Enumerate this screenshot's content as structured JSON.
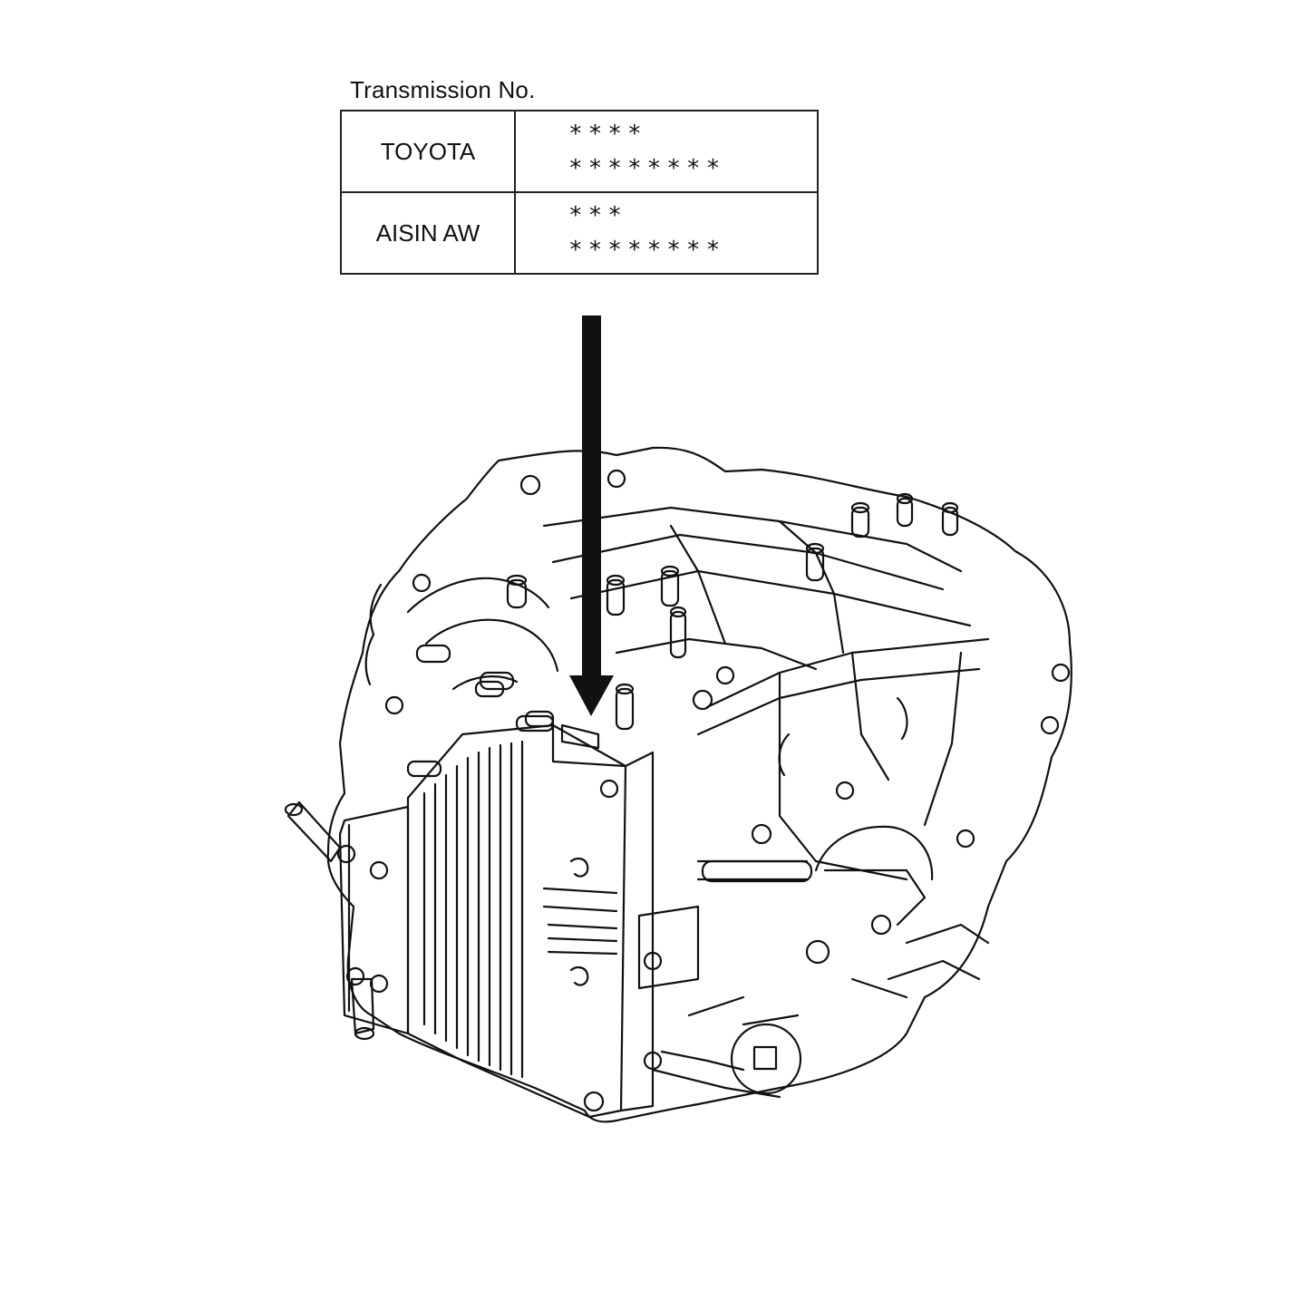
{
  "heading": "Transmission No.",
  "table": {
    "rows": [
      {
        "maker": "TOYOTA",
        "line1": "****",
        "line2": "********"
      },
      {
        "maker": "AISIN AW",
        "line1": "***",
        "line2": "********"
      }
    ]
  },
  "illustration": {
    "subject": "transmission-assembly",
    "pointer": "arrow-down-icon"
  },
  "colors": {
    "ink": "#111111",
    "background": "#ffffff"
  }
}
